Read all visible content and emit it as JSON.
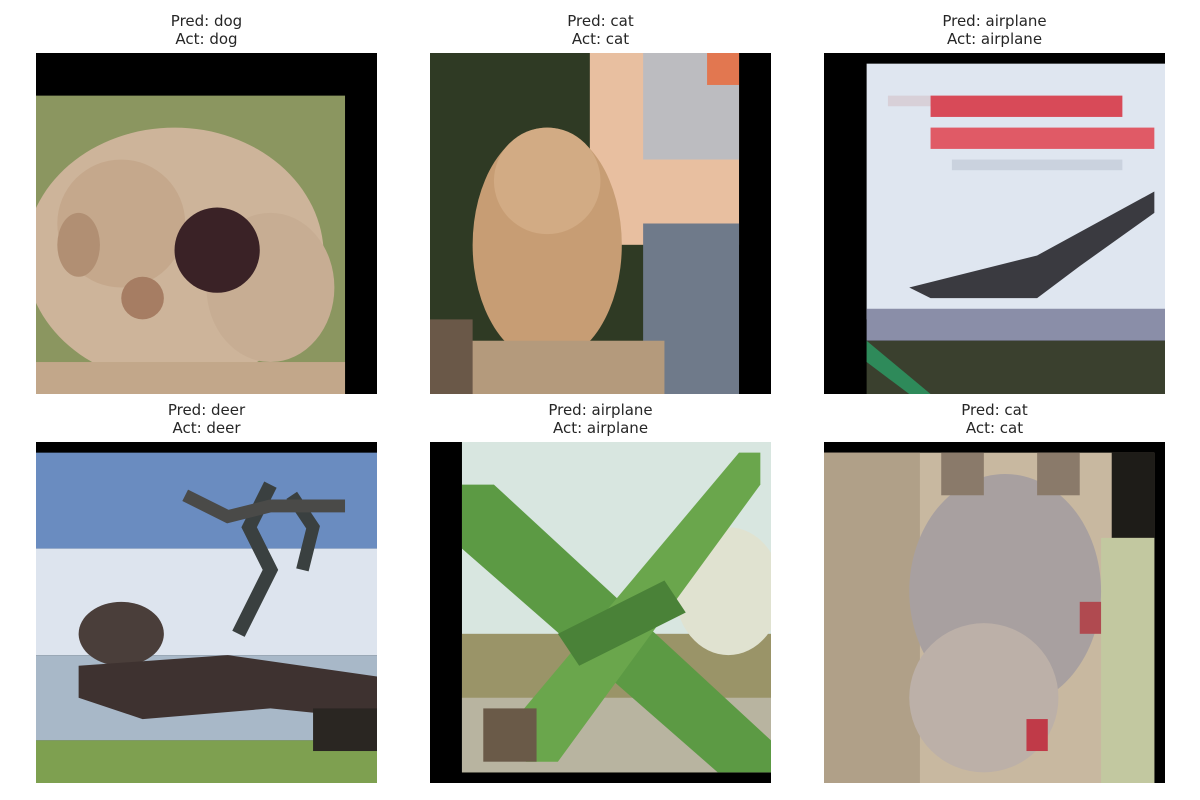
{
  "grid": {
    "panels": [
      {
        "pred": "Pred: dog",
        "act": "Act: dog",
        "subject": "dog"
      },
      {
        "pred": "Pred: cat",
        "act": "Act: cat",
        "subject": "cat"
      },
      {
        "pred": "Pred: airplane",
        "act": "Act: airplane",
        "subject": "airplane"
      },
      {
        "pred": "Pred: deer",
        "act": "Act: deer",
        "subject": "deer"
      },
      {
        "pred": "Pred: airplane",
        "act": "Act: airplane",
        "subject": "airplane"
      },
      {
        "pred": "Pred: cat",
        "act": "Act: cat",
        "subject": "cat"
      }
    ]
  }
}
